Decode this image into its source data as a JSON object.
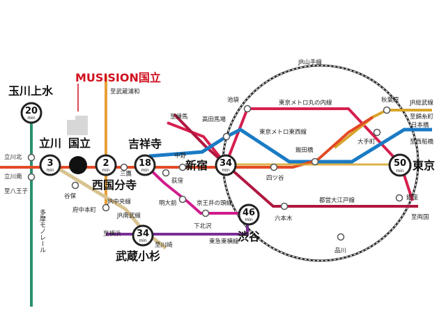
{
  "brand": {
    "name": "MUSISION国立"
  },
  "colors": {
    "brand": "#d0101f",
    "chuo": "#e34a25",
    "yamanote": "#2b2b2b",
    "marunouchi": "#d6204f",
    "tozai": "#1a7bc4",
    "oedo": "#b0173e",
    "keio_inokashira": "#cf1b8c",
    "toyoko": "#7b2e94",
    "musashino": "#e7a038",
    "nambu": "#d8c290",
    "tamagawa": "#2c8f6f",
    "sobu": "#d9a52b"
  },
  "big_stations": [
    {
      "id": "tamagawajosui",
      "label": "玉川上水",
      "min": "20"
    },
    {
      "id": "tachikawa",
      "label": "立川",
      "min": "3"
    },
    {
      "id": "kunitachi",
      "label": "国立"
    },
    {
      "id": "nishikokubunji",
      "label": "西国分寺",
      "min": "2"
    },
    {
      "id": "kichijoji",
      "label": "吉祥寺",
      "min": "18"
    },
    {
      "id": "shinjuku",
      "label": "新宿",
      "min": "34"
    },
    {
      "id": "shibuya",
      "label": "渋谷",
      "min": "46"
    },
    {
      "id": "tokyo",
      "label": "東京",
      "min": "50"
    },
    {
      "id": "musashikosugi",
      "label": "武蔵小杉",
      "min": "34"
    }
  ],
  "min_unit": "min",
  "stations": {
    "tachikawakita": "立川北",
    "tachikawaminami": "立川南",
    "hachioji": "至八王子",
    "yaho": "谷保",
    "fuchuhommachi": "府中本町",
    "musashiurawa": "至武蔵浦和",
    "mitaka": "三鷹",
    "ogikubo": "荻窪",
    "nakano": "中野",
    "meidaimae": "明大前",
    "shimokitazawa": "下北沢",
    "yokohama": "至横浜",
    "kawasaki": "至川崎",
    "nerima": "至練馬",
    "takadanobaba": "高田馬場",
    "ikebukuro": "池袋",
    "iidabashi": "飯田橋",
    "yotsuya": "四ツ谷",
    "roppongi": "六本木",
    "akihabara": "秋葉原",
    "otemachi": "大手町",
    "kinshicho": "至錦糸町",
    "nihombashi": "日本橋",
    "nishifunabashi": "至西船橋",
    "ginza": "銀座",
    "ryogoku": "至両国",
    "shinagawa": "品川"
  },
  "lines": {
    "yamanote": "JR山手線",
    "marunouchi": "東京メトロ丸の内線",
    "tozai": "東京メトロ東西線",
    "chuo": "JR中央線",
    "nambu": "JR南武線",
    "oedo": "都営大江戸線",
    "inokashira": "京王井の頭線",
    "toyoko": "東急東横線",
    "sobu": "JR総武線",
    "tamagawa": "多摩モノレール"
  }
}
